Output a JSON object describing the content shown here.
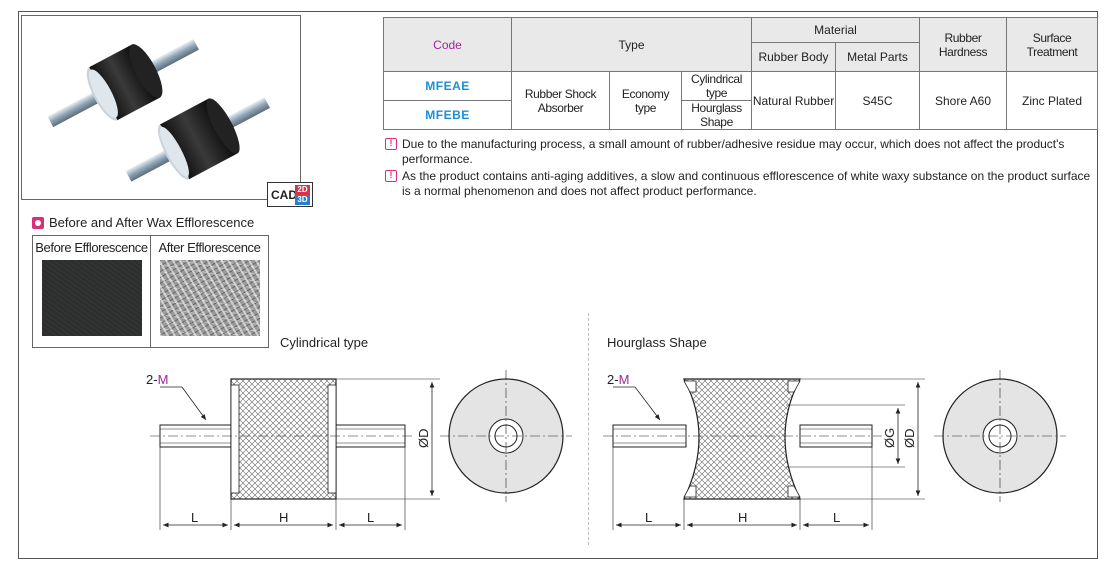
{
  "table": {
    "headers": {
      "code": "Code",
      "type": "Type",
      "material": "Material",
      "rubber_body": "Rubber Body",
      "metal_parts": "Metal Parts",
      "rubber_hardness": "Rubber Hardness",
      "surface_treatment": "Surface Treatment"
    },
    "codes": [
      "MFEAE",
      "MFEBE"
    ],
    "type_main": "Rubber Shock Absorber",
    "type_sub": "Economy type",
    "shapes": [
      "Cylindrical type",
      "Hourglass Shape"
    ],
    "rubber_body": "Natural Rubber",
    "metal_parts": "S45C",
    "rubber_hardness": "Shore A60",
    "surface_treatment": "Zinc Plated"
  },
  "notes": [
    "Due to the manufacturing process, a small amount of rubber/adhesive residue may occur, which does not affect the product's performance.",
    "As the product contains anti-aging additives, a slow and continuous efflorescence of white waxy substance on the product surface is a normal phenomenon and does not affect product performance."
  ],
  "note_icon": "!",
  "cad": {
    "label": "CAD",
    "badge_2d": "2D",
    "badge_3d": "3D"
  },
  "wax": {
    "title": "Before and After Wax Efflorescence",
    "before": "Before Efflorescence",
    "after": "After Efflorescence"
  },
  "drawings": {
    "cyl_title": "Cylindrical type",
    "hour_title": "Hourglass Shape",
    "thread_prefix": "2-",
    "thread_var": "M",
    "dim_L": "L",
    "dim_H": "H",
    "dim_D": "ØD",
    "dim_G": "ØG"
  },
  "colors": {
    "code_magenta": "#a1249a",
    "code_blue": "#1b8fd4",
    "warn_pink": "#d6307a"
  }
}
